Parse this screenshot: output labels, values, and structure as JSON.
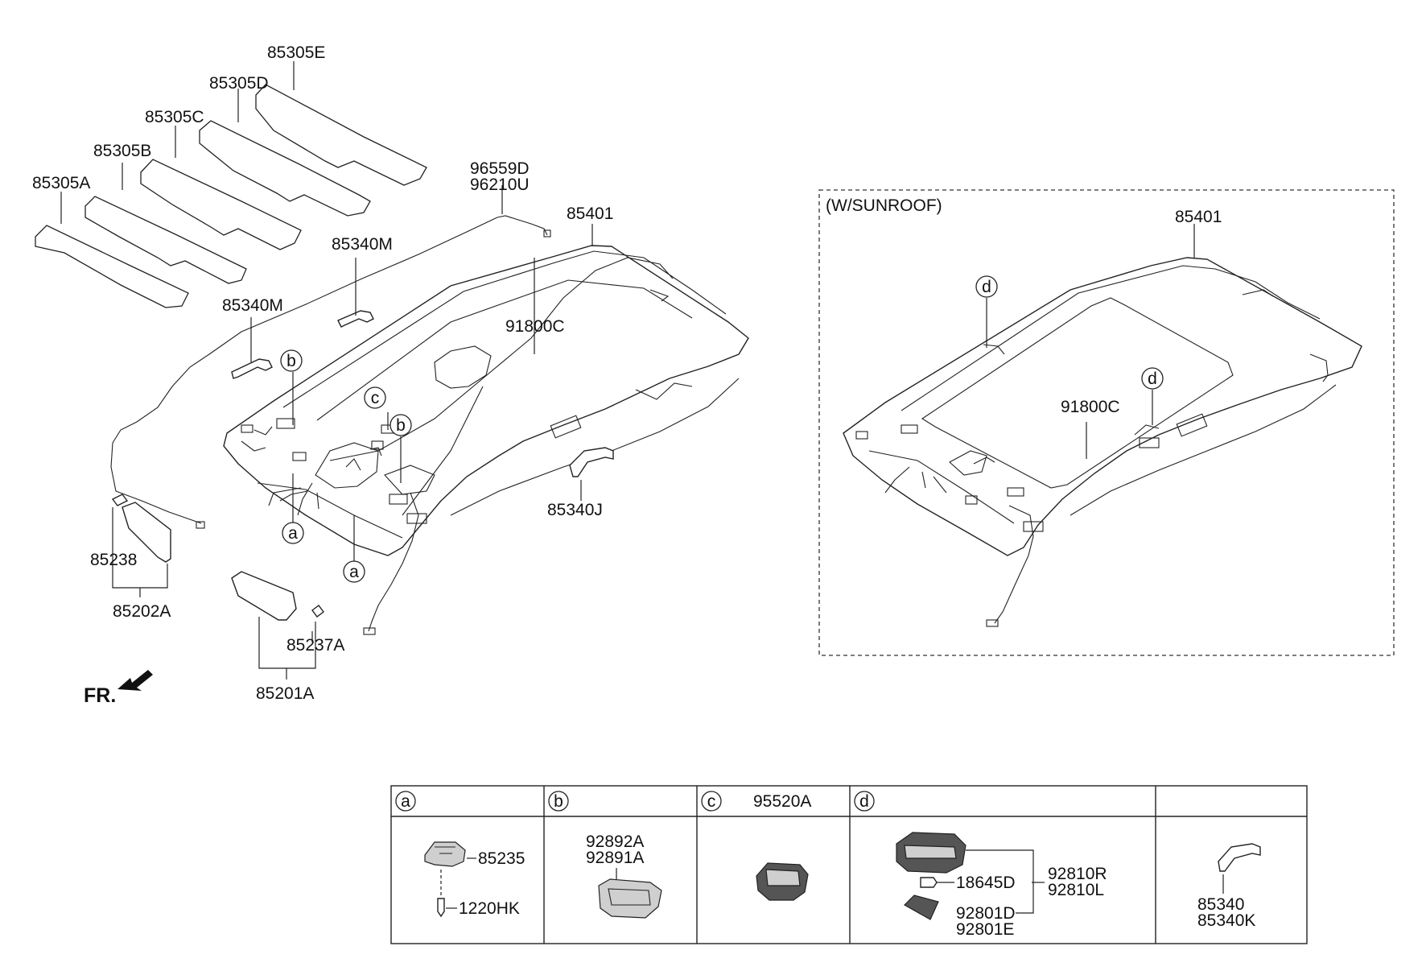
{
  "labels": {
    "p85305E": "85305E",
    "p85305D": "85305D",
    "p85305C": "85305C",
    "p85305B": "85305B",
    "p85305A": "85305A",
    "p96559D": "96559D",
    "p96210U": "96210U",
    "p85401_main": "85401",
    "p85340M_upper": "85340M",
    "p85340M_lower": "85340M",
    "p91800C_main": "91800C",
    "p85340J": "85340J",
    "p85238": "85238",
    "p85202A": "85202A",
    "p85237A": "85237A",
    "p85201A": "85201A",
    "front": "FR."
  },
  "callouts": {
    "a": "a",
    "b": "b",
    "c": "c",
    "d": "d"
  },
  "sunroof": {
    "title": "(W/SUNROOF)",
    "p85401": "85401",
    "p91800C": "91800C"
  },
  "table": {
    "headers": [
      {
        "letter": "a",
        "part": ""
      },
      {
        "letter": "b",
        "part": ""
      },
      {
        "letter": "c",
        "part": "95520A"
      },
      {
        "letter": "d",
        "part": ""
      },
      {
        "letter": "",
        "part": ""
      }
    ],
    "cell_a": {
      "p1": "85235",
      "p2": "1220HK"
    },
    "cell_b": {
      "p1": "92892A",
      "p2": "92891A"
    },
    "cell_d": {
      "p1": "18645D",
      "p2": "92810R",
      "p3": "92810L",
      "p4": "92801D",
      "p5": "92801E"
    },
    "cell_e": {
      "p1": "85340",
      "p2": "85340K"
    }
  }
}
